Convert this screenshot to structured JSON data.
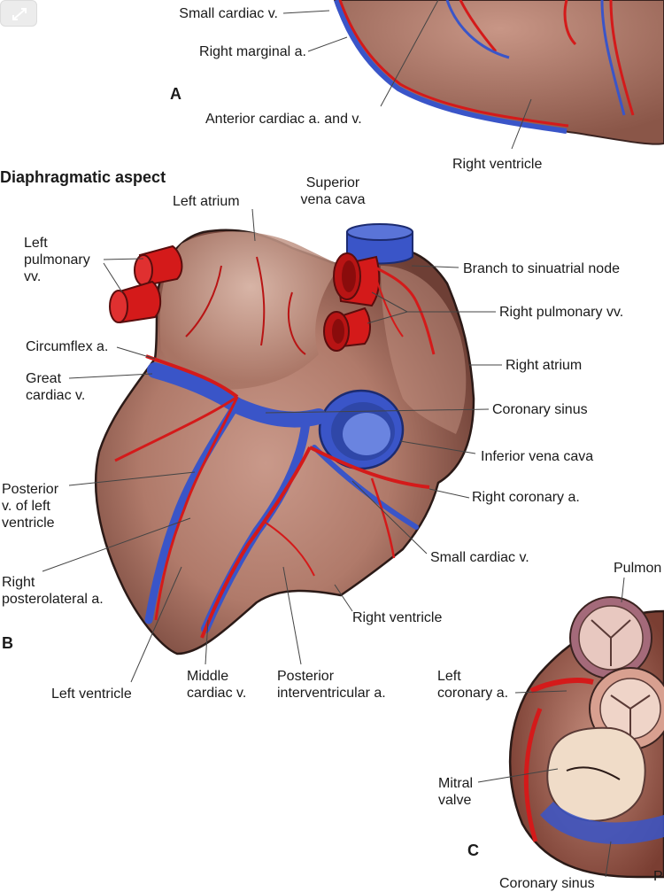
{
  "panelA": {
    "letter": "A",
    "labels": {
      "small_cardiac_v": "Small cardiac v.",
      "right_marginal_a": "Right marginal a.",
      "anterior_cardiac": "Anterior cardiac a. and v.",
      "right_ventricle": "Right ventricle"
    }
  },
  "panelB": {
    "letter": "B",
    "title": "Diaphragmatic aspect",
    "labels": {
      "left_atrium": "Left atrium",
      "superior_vena_cava": "Superior\nvena cava",
      "left_pulmonary_vv": "Left\npulmonary\nvv.",
      "branch_sinuatrial": "Branch to sinuatrial node",
      "right_pulmonary_vv": "Right pulmonary vv.",
      "circumflex_a": "Circumflex a.",
      "great_cardiac_v": "Great\ncardiac v.",
      "right_atrium": "Right atrium",
      "coronary_sinus": "Coronary sinus",
      "inferior_vena_cava": "Inferior vena cava",
      "posterior_v_left_ventricle": "Posterior\nv. of left\nventricle",
      "right_coronary_a": "Right coronary a.",
      "small_cardiac_v": "Small cardiac v.",
      "right_posterolateral_a": "Right\nposterolateral a.",
      "right_ventricle": "Right ventricle",
      "left_ventricle": "Left ventricle",
      "middle_cardiac_v": "Middle\ncardiac v.",
      "posterior_interventricular_a": "Posterior\ninterventricular a."
    }
  },
  "panelC": {
    "letter": "C",
    "labels": {
      "pulmon": "Pulmon",
      "left_coronary_a": "Left\ncoronary a.",
      "mitral_valve": "Mitral\nvalve",
      "coronary_sinus": "Coronary sinus",
      "edge_p": "P"
    }
  },
  "colors": {
    "artery": "#d41a1a",
    "vein": "#3a55c8",
    "myocardium": "#b88270"
  }
}
